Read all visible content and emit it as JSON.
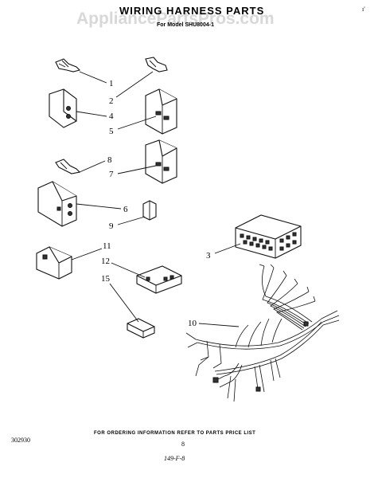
{
  "watermark": "AppliancePartsPros.com",
  "header": {
    "title": "WIRING HARNESS PARTS",
    "model": "For Model SHU8004-1"
  },
  "corner_mark": "ı'",
  "callouts": {
    "c1": "1",
    "c2": "2",
    "c3": "3",
    "c4": "4",
    "c5": "5",
    "c6": "6",
    "c7": "7",
    "c8": "8",
    "c9": "9",
    "c10": "10",
    "c11": "11",
    "c12": "12",
    "c15": "15"
  },
  "footer": {
    "ordering_note": "FOR ORDERING INFORMATION REFER TO PARTS PRICE LIST",
    "drawing_number": "302930",
    "page_number": "8",
    "handwritten": "149-F-8"
  }
}
